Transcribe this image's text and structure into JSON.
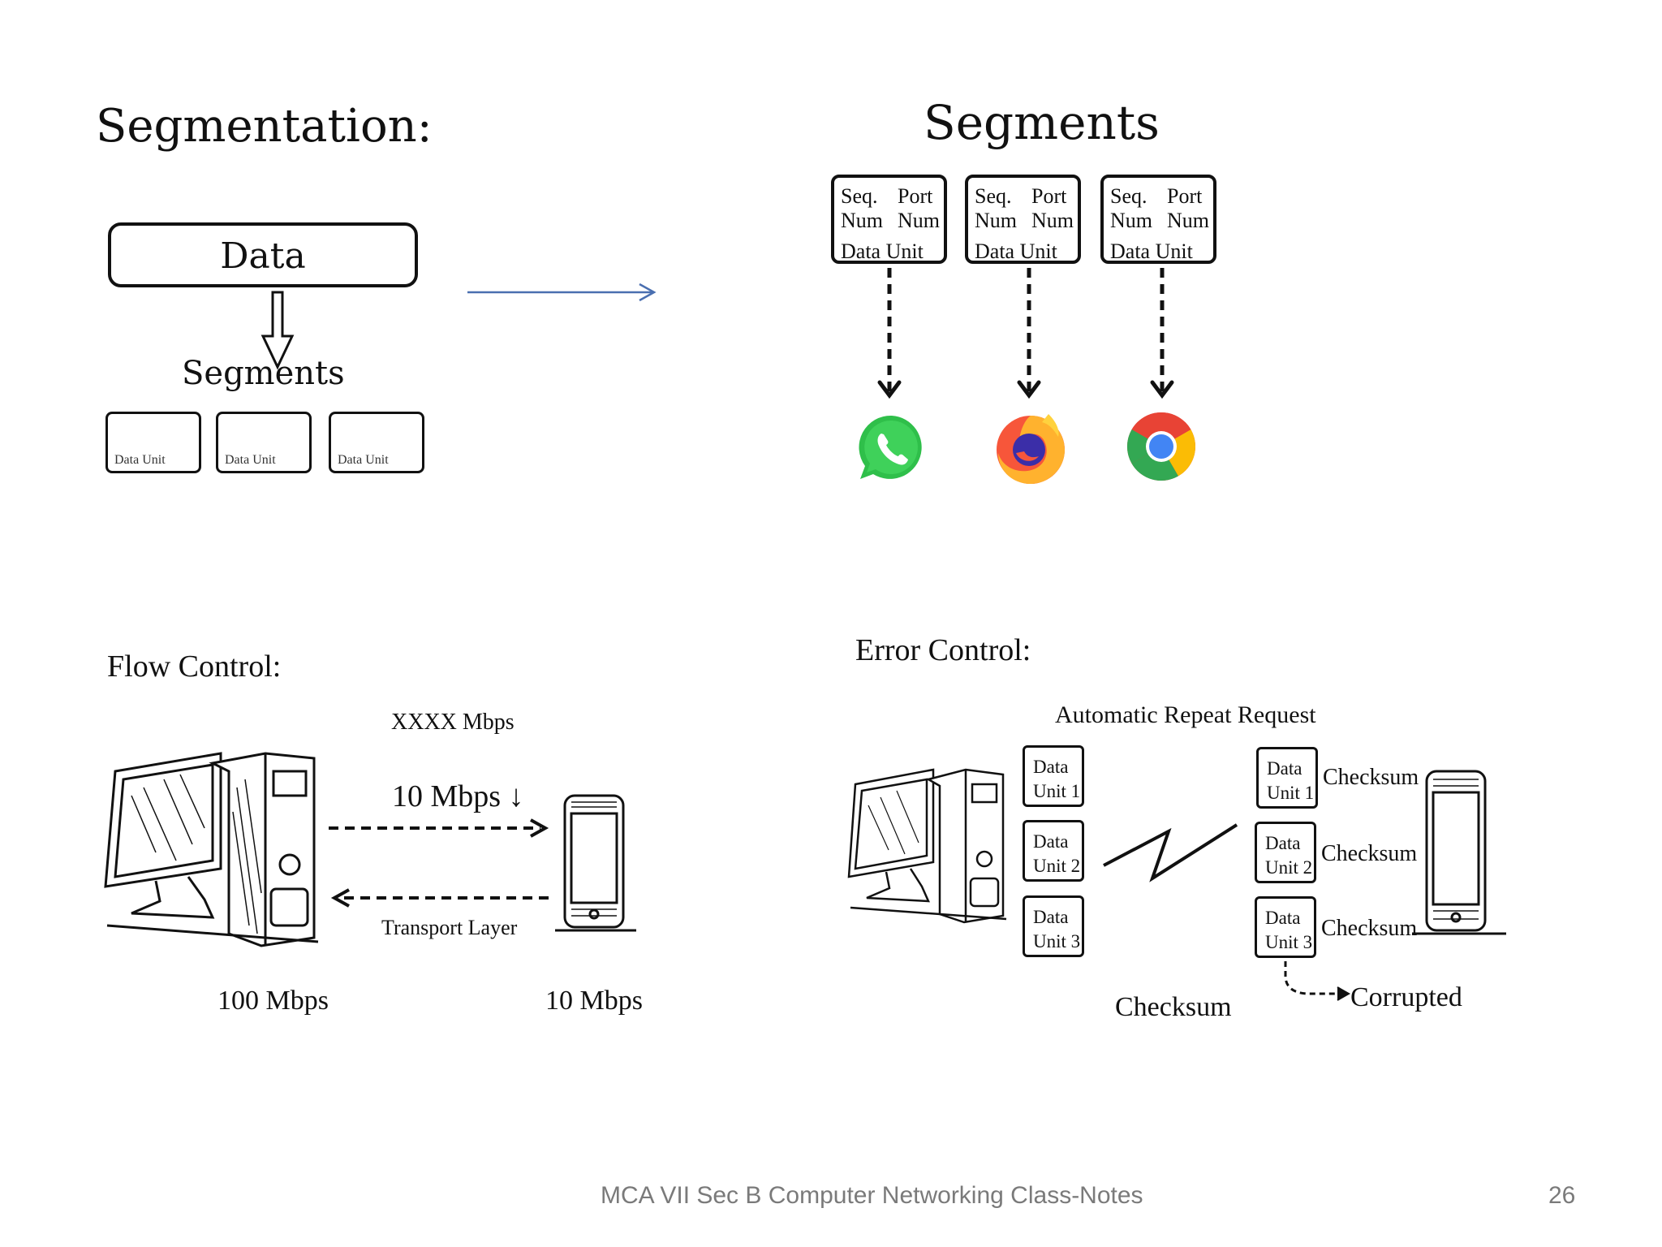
{
  "segmentation": {
    "title": "Segmentation:",
    "data_label": "Data",
    "segments_label": "Segments",
    "small_units": [
      "Data Unit",
      "Data Unit",
      "Data Unit"
    ]
  },
  "segments_detail": {
    "title": "Segments",
    "boxes": [
      {
        "seq": "Seq.",
        "port": "Port",
        "num1": "Num",
        "num2": "Num",
        "unit": "Data Unit"
      },
      {
        "seq": "Seq.",
        "port": "Port",
        "num1": "Num",
        "num2": "Num",
        "unit": "Data Unit"
      },
      {
        "seq": "Seq.",
        "port": "Port",
        "num1": "Num",
        "num2": "Num",
        "unit": "Data Unit"
      }
    ],
    "apps": [
      "whatsapp-icon",
      "firefox-icon",
      "chrome-icon"
    ]
  },
  "flow_control": {
    "title": "Flow Control:",
    "rate_top": "XXXX Mbps",
    "rate_mid": "10 Mbps",
    "arrow_down": "↓",
    "transport": "Transport Layer",
    "pc_speed": "100 Mbps",
    "phone_speed": "10 Mbps"
  },
  "error_control": {
    "title": "Error Control:",
    "subtitle": "Automatic Repeat Request",
    "left_units": [
      {
        "l1": "Data",
        "l2": "Unit 1"
      },
      {
        "l1": "Data",
        "l2": "Unit 2"
      },
      {
        "l1": "Data",
        "l2": "Unit 3"
      }
    ],
    "right_units": [
      {
        "l1": "Data",
        "l2": "Unit 1",
        "check": "Checksum"
      },
      {
        "l1": "Data",
        "l2": "Unit 2",
        "check": "Checksum"
      },
      {
        "l1": "Data",
        "l2": "Unit 3",
        "check": "Checksum"
      }
    ],
    "checksum_label": "Checksum",
    "corrupted": "Corrupted"
  },
  "footer": {
    "text": "MCA VII Sec B Computer Networking Class-Notes",
    "page": "26"
  },
  "colors": {
    "arrow_blue": "#4a6fb0",
    "footer_gray": "#7a7a7a"
  }
}
